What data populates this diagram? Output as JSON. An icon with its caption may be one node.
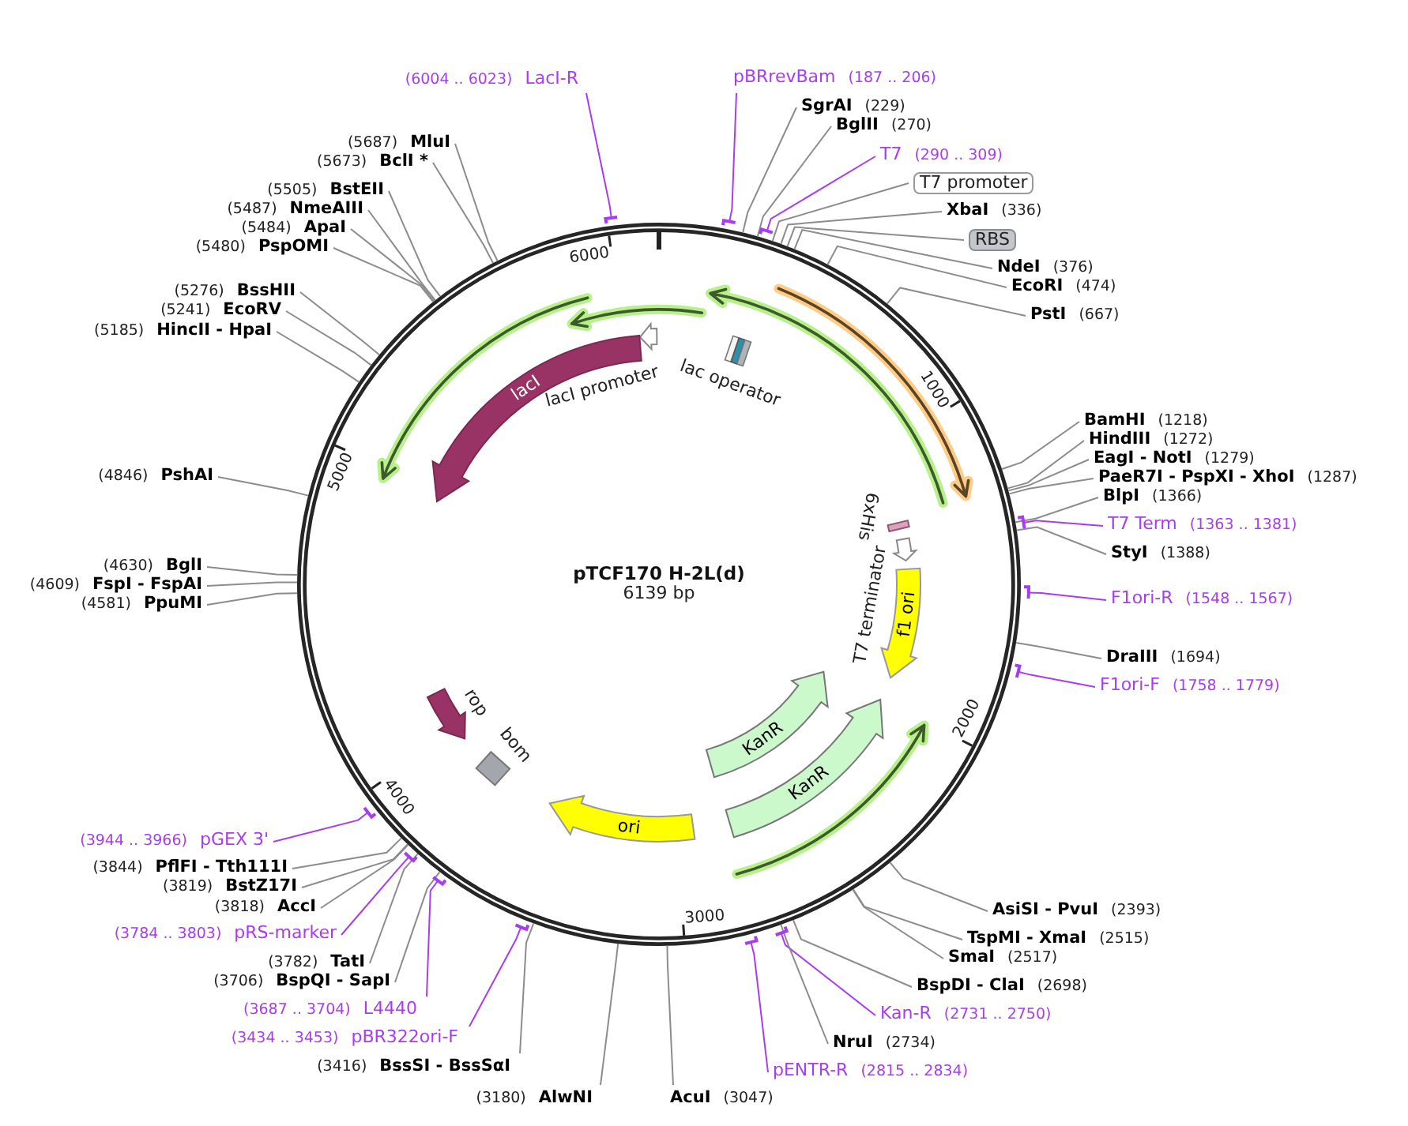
{
  "diagram": {
    "title": "pTCF170 H-2L(d)",
    "nodes": [
      {
        "text": [
          "pBRrevBam",
          "(187 .. 206)"
        ]
      },
      {
        "text": [
          "SgrAI",
          "(229)"
        ]
      },
      {
        "text": [
          "BglII",
          "(270)"
        ]
      },
      {
        "text": [
          "T7",
          "(290 .. 309)"
        ]
      },
      {
        "text": [
          "T7 promoter"
        ]
      },
      {
        "text": [
          "XbaI",
          "(336)"
        ]
      },
      {
        "text": [
          "RBS"
        ]
      },
      {
        "text": [
          "NdeI",
          "(376)"
        ]
      },
      {
        "text": [
          "EcoRI",
          "(474)"
        ]
      },
      {
        "text": [
          "PstI",
          "(667)"
        ]
      },
      {
        "text": [
          "BamHI",
          "(1218)"
        ]
      },
      {
        "text": [
          "HindIII",
          "(1272)"
        ]
      },
      {
        "text": [
          "EagI - NotI",
          "(1279)"
        ]
      },
      {
        "text": [
          "PaeR7I - PspXI - XhoI",
          "(1287)"
        ]
      },
      {
        "text": [
          "BlpI",
          "(1366)"
        ]
      },
      {
        "text": [
          "T7 Term",
          "(1363 .. 1381)"
        ]
      },
      {
        "text": [
          "StyI",
          "(1388)"
        ]
      },
      {
        "text": [
          "F1ori-R",
          "(1548 .. 1567)"
        ]
      },
      {
        "text": [
          "DraIII",
          "(1694)"
        ]
      },
      {
        "text": [
          "F1ori-F",
          "(1758 .. 1779)"
        ]
      },
      {
        "text": [
          "AsiSI - PvuI",
          "(2393)"
        ]
      },
      {
        "text": [
          "TspMI - XmaI",
          "(2515)"
        ]
      },
      {
        "text": [
          "SmaI",
          "(2517)"
        ]
      },
      {
        "text": [
          "BspDI - ClaI",
          "(2698)"
        ]
      },
      {
        "text": [
          "Kan-R",
          "(2731 .. 2750)"
        ]
      },
      {
        "text": [
          "NruI",
          "(2734)"
        ]
      },
      {
        "text": [
          "pENTR-R",
          "(2815 .. 2834)"
        ]
      },
      {
        "text": [
          "AcuI",
          "(3047)"
        ]
      },
      {
        "text": [
          "(3180)",
          "AlwNI"
        ]
      },
      {
        "text": [
          "(3416)",
          "BssSI - BssSαI"
        ]
      },
      {
        "text": [
          "(3434 .. 3453)",
          "pBR322ori-F"
        ]
      },
      {
        "text": [
          "(3687 .. 3704)",
          "L4440"
        ]
      },
      {
        "text": [
          "(3706)",
          "BspQI - SapI"
        ]
      },
      {
        "text": [
          "(3782)",
          "TatI"
        ]
      },
      {
        "text": [
          "(3784 .. 3803)",
          "pRS-marker"
        ]
      },
      {
        "text": [
          "(3818)",
          "AccI"
        ]
      },
      {
        "text": [
          "(3819)",
          "BstZ17I"
        ]
      },
      {
        "text": [
          "(3844)",
          "PflFI - Tth111I"
        ]
      },
      {
        "text": [
          "(3944 .. 3966)",
          "pGEX 3'"
        ]
      },
      {
        "text": [
          "(4581)",
          "PpuMI"
        ]
      },
      {
        "text": [
          "(4609)",
          "FspI - FspAI"
        ]
      },
      {
        "text": [
          "(4630)",
          "BglI"
        ]
      },
      {
        "text": [
          "(4846)",
          "PshAI"
        ]
      },
      {
        "text": [
          "(5185)",
          "HincII - HpaI"
        ]
      },
      {
        "text": [
          "(5241)",
          "EcoRV"
        ]
      },
      {
        "text": [
          "(5276)",
          "BssHII"
        ]
      },
      {
        "text": [
          "(5480)",
          "PspOMI"
        ]
      },
      {
        "text": [
          "(5484)",
          "ApaI"
        ]
      },
      {
        "text": [
          "(5487)",
          "NmeAIII"
        ]
      },
      {
        "text": [
          "(5505)",
          "BstEII"
        ]
      },
      {
        "text": [
          "(5673)",
          "BclI *"
        ]
      },
      {
        "text": [
          "(5687)",
          "MluI"
        ]
      },
      {
        "text": [
          "(6004 .. 6023)",
          "LacI-R"
        ]
      },
      {
        "text": [],
        "shape": "arrow"
      },
      {
        "text": [],
        "shape": "box",
        "beside": [
          "lac operator"
        ]
      },
      {
        "text": [
          "lacI"
        ]
      },
      {
        "text": [],
        "shape": "box",
        "beside": [
          "6xHis"
        ]
      },
      {
        "text": [],
        "shape": "arrow",
        "beside": [
          "T7 terminator"
        ]
      },
      {
        "text": [
          "f1 ori"
        ]
      },
      {
        "text": [
          "KanR"
        ]
      },
      {
        "text": [
          "KanR"
        ]
      },
      {
        "text": [
          "ori"
        ]
      },
      {
        "text": [],
        "shape": "arrow",
        "beside": [
          "rop"
        ]
      },
      {
        "text": [],
        "shape": "box",
        "beside": [
          "bom"
        ]
      }
    ],
    "edges": [
      {
        "from": 0,
        "to": null,
        "arrow": "none",
        "color": "#a83cf0"
      },
      {
        "from": 1,
        "to": null,
        "arrow": "none"
      },
      {
        "from": 2,
        "to": null,
        "arrow": "none"
      },
      {
        "from": 3,
        "to": null,
        "arrow": "none",
        "color": "#a83cf0"
      },
      {
        "from": 4,
        "to": null,
        "arrow": "none"
      },
      {
        "from": 5,
        "to": null,
        "arrow": "none"
      },
      {
        "from": 6,
        "to": null,
        "arrow": "none"
      },
      {
        "from": 7,
        "to": null,
        "arrow": "none"
      },
      {
        "from": 8,
        "to": null,
        "arrow": "none"
      },
      {
        "from": 9,
        "to": null,
        "arrow": "none"
      },
      {
        "from": 10,
        "to": null,
        "arrow": "none"
      },
      {
        "from": 11,
        "to": null,
        "arrow": "none"
      },
      {
        "from": 12,
        "to": null,
        "arrow": "none"
      },
      {
        "from": 13,
        "to": null,
        "arrow": "none"
      },
      {
        "from": 14,
        "to": null,
        "arrow": "none"
      },
      {
        "from": 15,
        "to": null,
        "arrow": "none",
        "color": "#a83cf0"
      },
      {
        "from": 16,
        "to": null,
        "arrow": "none"
      },
      {
        "from": 17,
        "to": null,
        "arrow": "none",
        "color": "#a83cf0"
      },
      {
        "from": 18,
        "to": null,
        "arrow": "none"
      },
      {
        "from": 19,
        "to": null,
        "arrow": "none",
        "color": "#a83cf0"
      },
      {
        "from": 20,
        "to": null,
        "arrow": "none"
      },
      {
        "from": 21,
        "to": null,
        "arrow": "none"
      },
      {
        "from": 22,
        "to": null,
        "arrow": "none"
      },
      {
        "from": 23,
        "to": null,
        "arrow": "none"
      },
      {
        "from": 24,
        "to": null,
        "arrow": "none",
        "color": "#a83cf0"
      },
      {
        "from": 25,
        "to": null,
        "arrow": "none"
      },
      {
        "from": 26,
        "to": null,
        "arrow": "none",
        "color": "#a83cf0"
      },
      {
        "from": 27,
        "to": null,
        "arrow": "none"
      },
      {
        "from": 28,
        "to": null,
        "arrow": "none"
      },
      {
        "from": 29,
        "to": null,
        "arrow": "none"
      },
      {
        "from": 30,
        "to": null,
        "arrow": "none",
        "color": "#a83cf0"
      },
      {
        "from": 31,
        "to": null,
        "arrow": "none",
        "color": "#a83cf0"
      },
      {
        "from": 32,
        "to": null,
        "arrow": "none"
      },
      {
        "from": 33,
        "to": null,
        "arrow": "none"
      },
      {
        "from": 34,
        "to": null,
        "arrow": "none",
        "color": "#a83cf0"
      },
      {
        "from": 35,
        "to": null,
        "arrow": "none"
      },
      {
        "from": 36,
        "to": null,
        "arrow": "none"
      },
      {
        "from": 37,
        "to": null,
        "arrow": "none"
      },
      {
        "from": 38,
        "to": null,
        "arrow": "none",
        "color": "#a83cf0"
      },
      {
        "from": 39,
        "to": null,
        "arrow": "none"
      },
      {
        "from": 40,
        "to": null,
        "arrow": "none"
      },
      {
        "from": 41,
        "to": null,
        "arrow": "none"
      },
      {
        "from": 42,
        "to": null,
        "arrow": "none"
      },
      {
        "from": 43,
        "to": null,
        "arrow": "none"
      },
      {
        "from": 44,
        "to": null,
        "arrow": "none"
      },
      {
        "from": 45,
        "to": null,
        "arrow": "none"
      },
      {
        "from": 46,
        "to": null,
        "arrow": "none"
      },
      {
        "from": 47,
        "to": null,
        "arrow": "none"
      },
      {
        "from": 48,
        "to": null,
        "arrow": "none"
      },
      {
        "from": 49,
        "to": null,
        "arrow": "none"
      },
      {
        "from": 50,
        "to": null,
        "arrow": "none"
      },
      {
        "from": 51,
        "to": null,
        "arrow": "none"
      },
      {
        "from": 52,
        "to": null,
        "arrow": "none",
        "color": "#a83cf0"
      }
    ],
    "labels": [
      "6139 bp",
      "1000",
      "2000",
      "3000",
      "4000",
      "5000",
      "6000",
      "lacI promoter"
    ]
  }
}
